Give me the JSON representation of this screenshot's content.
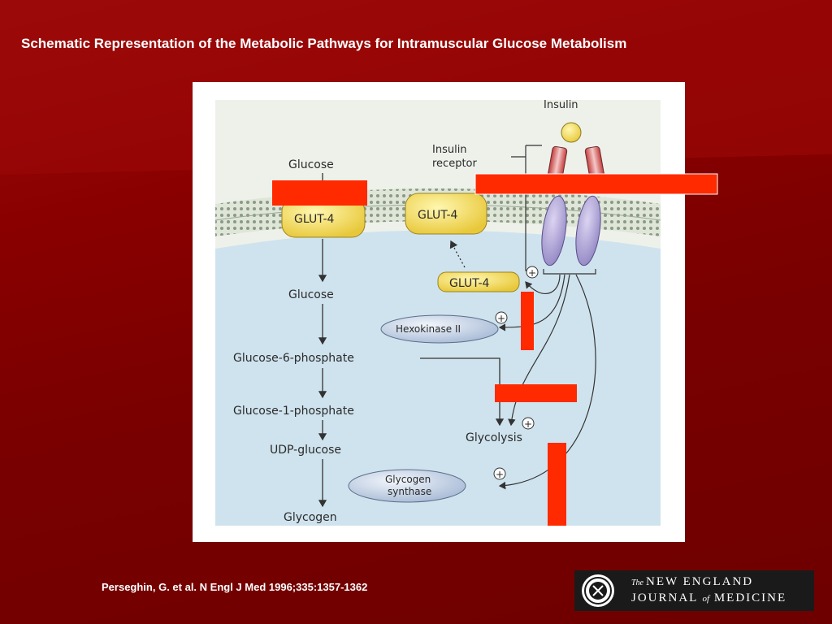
{
  "slide": {
    "title": "Schematic Representation of the Metabolic Pathways for Intramuscular Glucose Metabolism",
    "citation": "Perseghin, G. et al. N Engl J Med 1996;335:1357-1362"
  },
  "journal_logo": {
    "the": "The",
    "line1": "NEW ENGLAND",
    "line2a": "JOURNAL",
    "line2b": "of",
    "line2c": "MEDICINE"
  },
  "diagram": {
    "insulin": "Insulin",
    "insulin_receptor_1": "Insulin",
    "insulin_receptor_2": "receptor",
    "glucose_outside": "Glucose",
    "glut4_membrane_1": "GLUT-4",
    "glut4_membrane_2": "GLUT-4",
    "glut4_vesicle": "GLUT-4",
    "glucose_inside": "Glucose",
    "hexokinase": "Hexokinase II",
    "g6p": "Glucose-6-phosphate",
    "g1p": "Glucose-1-phosphate",
    "udp": "UDP-glucose",
    "glycogen": "Glycogen",
    "glycolysis": "Glycolysis",
    "glycogen_synthase_1": "Glycogen",
    "glycogen_synthase_2": "synthase",
    "plus_sign": "+"
  },
  "colors": {
    "background": "#8a0000",
    "highlight_bar": "#ff2a00",
    "membrane": "#cfe0c4",
    "cytoplasm": "#cfe3ee",
    "glut4_fill": "#f5e06a",
    "enzyme_fill": "#b8c8e0"
  }
}
